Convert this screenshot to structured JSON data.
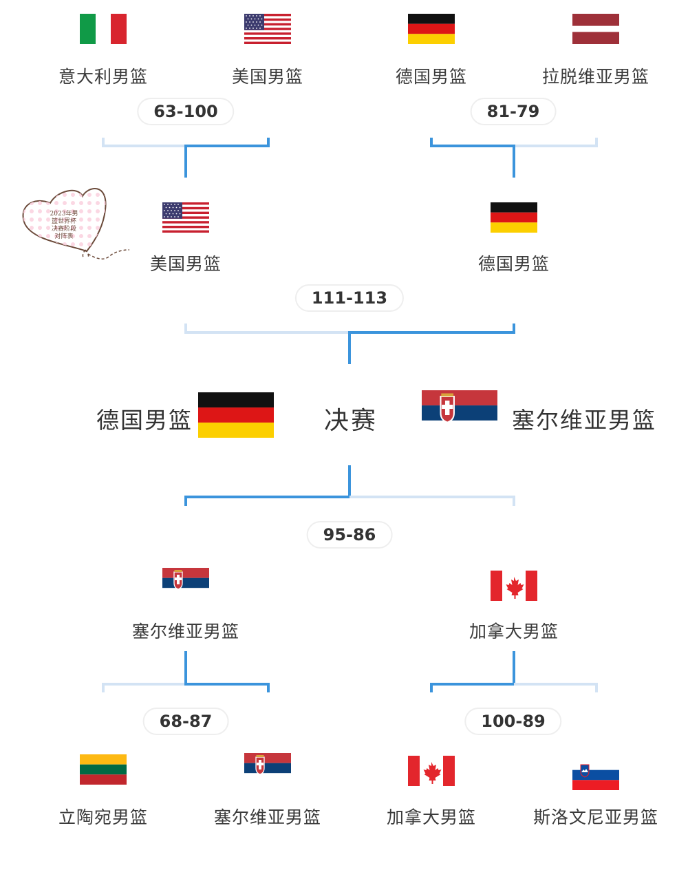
{
  "teams": {
    "italy": "意大利男篮",
    "usa": "美国男篮",
    "germany": "德国男篮",
    "latvia": "拉脱维亚男篮",
    "serbia": "塞尔维亚男篮",
    "canada": "加拿大男篮",
    "lithuania": "立陶宛男篮",
    "slovenia": "斯洛文尼亚男篮"
  },
  "scores": {
    "qf_top_left": "63-100",
    "qf_top_right": "81-79",
    "sf_top": "111-113",
    "sf_bottom": "95-86",
    "qf_bottom_left": "68-87",
    "qf_bottom_right": "100-89"
  },
  "final_label": "决赛",
  "sticker_lines": [
    "2023年男",
    "篮世界杯",
    "决赛阶段",
    "对阵表"
  ],
  "colors": {
    "winner_line": "#3b94dc",
    "loser_line": "#d3e3f4"
  },
  "icons": [
    "flag-italy-icon",
    "flag-usa-icon",
    "flag-germany-icon",
    "flag-latvia-icon",
    "flag-serbia-icon",
    "flag-canada-icon",
    "flag-lithuania-icon",
    "flag-slovenia-icon",
    "heart-sticker-icon"
  ]
}
